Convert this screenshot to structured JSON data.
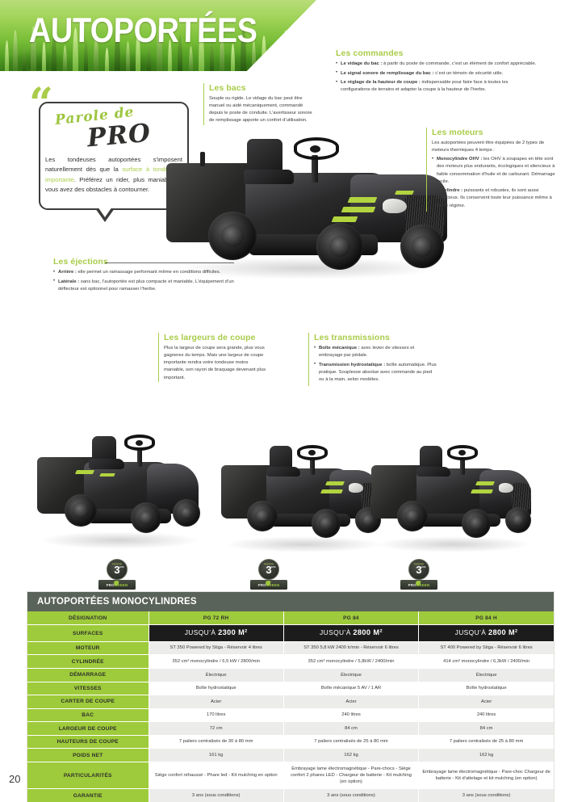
{
  "header": {
    "title": "AUTOPORTÉES"
  },
  "quote": {
    "label_top": "Parole de",
    "label_bottom": "PRO",
    "text_part1": "Les tondeuses autoportées s’imposent naturellement dès que la ",
    "highlight": "surface à tondre est importante",
    "text_part2": ". Préférez un rider, plus maniable, si vous avez des obstacles à contourner.",
    "quote_open": "“",
    "quote_close": "”"
  },
  "annotations": {
    "bacs": {
      "title": "Les bacs",
      "body": "Souple ou rigide. Le vidage du bac peut être manuel ou aidé mécaniquement, commandé depuis le poste de conduite. L’avertisseur sonore de remplissage apporte un confort d’utilisation."
    },
    "commandes": {
      "title": "Les commandes",
      "items": [
        {
          "bold": "Le vidage du bac :",
          "text": " à partir du poste de commande, c’est un élément de confort appréciable."
        },
        {
          "bold": "Le signal sonore de remplissage du bac :",
          "text": " c’est un témoin de sécurité utile."
        },
        {
          "bold": "Le réglage de la hauteur de coupe :",
          "text": " indispensable pour faire face à toutes les configurations de terrains et adapter la coupe à la hauteur de l’herbe."
        }
      ]
    },
    "moteurs": {
      "title": "Les moteurs",
      "intro": "Les autoportées peuvent être équipées de 2 types de moteurs thermiques 4 temps :",
      "items": [
        {
          "bold": "Monocylindre OHV :",
          "text": " les OHV à soupapes en tête sont des moteurs plus endurants, écologiques et silencieux à faible consommation d’huile et de carburant. Démarrage facile."
        },
        {
          "bold": "Bicylindre :",
          "text": " puissants et robustes, ils sont aussi silencieux. Ils conservent toute leur puissance même à faible régime."
        }
      ]
    },
    "ejections": {
      "title": "Les éjections",
      "items": [
        {
          "bold": "Arrière :",
          "text": " elle permet un ramassage performant même en conditions difficiles."
        },
        {
          "bold": "Latérale :",
          "text": " sans bac, l’autoportée est plus compacte et maniable. L’équipement d’un déflecteur est optionnel pour ramasser l’herbe."
        }
      ]
    },
    "largeurs": {
      "title": "Les largeurs de coupe",
      "body": "Plus la largeur de coupe sera grande, plus vous gagnerez du temps. Mais une largeur de coupe importante rendra votre tondeuse moins maniable, son rayon de braquage devenant plus important."
    },
    "transmissions": {
      "title": "Les transmissions",
      "items": [
        {
          "bold": "Boîte mécanique :",
          "text": " avec levier de vitesses et embrayage par pédale."
        },
        {
          "bold": "Transmission hydrostatique :",
          "text": " boîte automatique. Plus pratique. Souplesse absolue avec commande au pied ou à la main, selon modèles."
        }
      ]
    }
  },
  "badges": {
    "garantie_top": "Garantie",
    "garantie_num": "3",
    "garantie_unit": "ans",
    "logo_pro": "PRO",
    "logo_green": "GREEN"
  },
  "table": {
    "title": "AUTOPORTÉES MONOCYLINDRES",
    "row_labels": [
      "DÉSIGNATION",
      "SURFACES",
      "MOTEUR",
      "CYLINDRÉE",
      "DÉMARRAGE",
      "VITESSES",
      "CARTER DE COUPE",
      "BAC",
      "LARGEUR DE COUPE",
      "HAUTEURS DE COUPE",
      "POIDS NET",
      "PARTICULARITÉS",
      "GARANTIE"
    ],
    "designation": [
      "PG 72 RH",
      "PG 84",
      "PG 84 H"
    ],
    "surfaces_prefix": "JUSQU’À ",
    "surfaces": [
      "2300 M²",
      "2800 M²",
      "2800 M²"
    ],
    "moteur": [
      "ST 350 Powered by Stiga - Réservoir 4 litres",
      "ST 350 5,8 kW 2400 tr/min - Réservoir 6 litres",
      "ST 400 Powered by Stiga - Réservoir 6 litres"
    ],
    "cylindree": [
      "352 cm³ monocylindre / 6,5 kW / 2800/min",
      "352 cm³ monocylindre / 5,8kW / 2400/min",
      "414 cm³ monocylindre / 6,3kW / 2400/min"
    ],
    "demarrage": [
      "Électrique",
      "Électrique",
      "Électrique"
    ],
    "vitesses": [
      "Boîte hydrostatique",
      "Boîte mécanique 5 AV / 1 AR",
      "Boîte hydrostatique"
    ],
    "carter": [
      "Acier",
      "Acier",
      "Acier"
    ],
    "bac": [
      "170 litres",
      "240 litres",
      "240 litres"
    ],
    "largeur": [
      "72 cm",
      "84 cm",
      "84 cm"
    ],
    "hauteurs": [
      "7 paliers centralisés de 30 à 80 mm",
      "7 paliers centralisés de 25 à 80 mm",
      "7 paliers centralisés de 25 à 80 mm"
    ],
    "poids": [
      "161 kg",
      "162 kg",
      "162 kg"
    ],
    "particularites": [
      "Siège confort réhaussé - Phare led - Kit mulching en option",
      "Embrayage lame électromagnétique - Pare-chocs - Siège confort 2 phares LED - Chargeur de batterie - Kit mulching (en option)",
      "Embrayage lame électromagnétique - Pare-choc Chargeur de batterie - Kit d’attelage et kit mulching (en option)"
    ],
    "garantie": [
      "3 ans (sous conditions)",
      "3 ans (sous conditions)",
      "3 ans (sous conditions)"
    ]
  },
  "footer": {
    "page_number": "20"
  },
  "colors": {
    "accent_green": "#9ecb3b",
    "light_green": "#a9cc4a",
    "dark_header": "#5a6359",
    "black_row": "#1c1c1c"
  }
}
